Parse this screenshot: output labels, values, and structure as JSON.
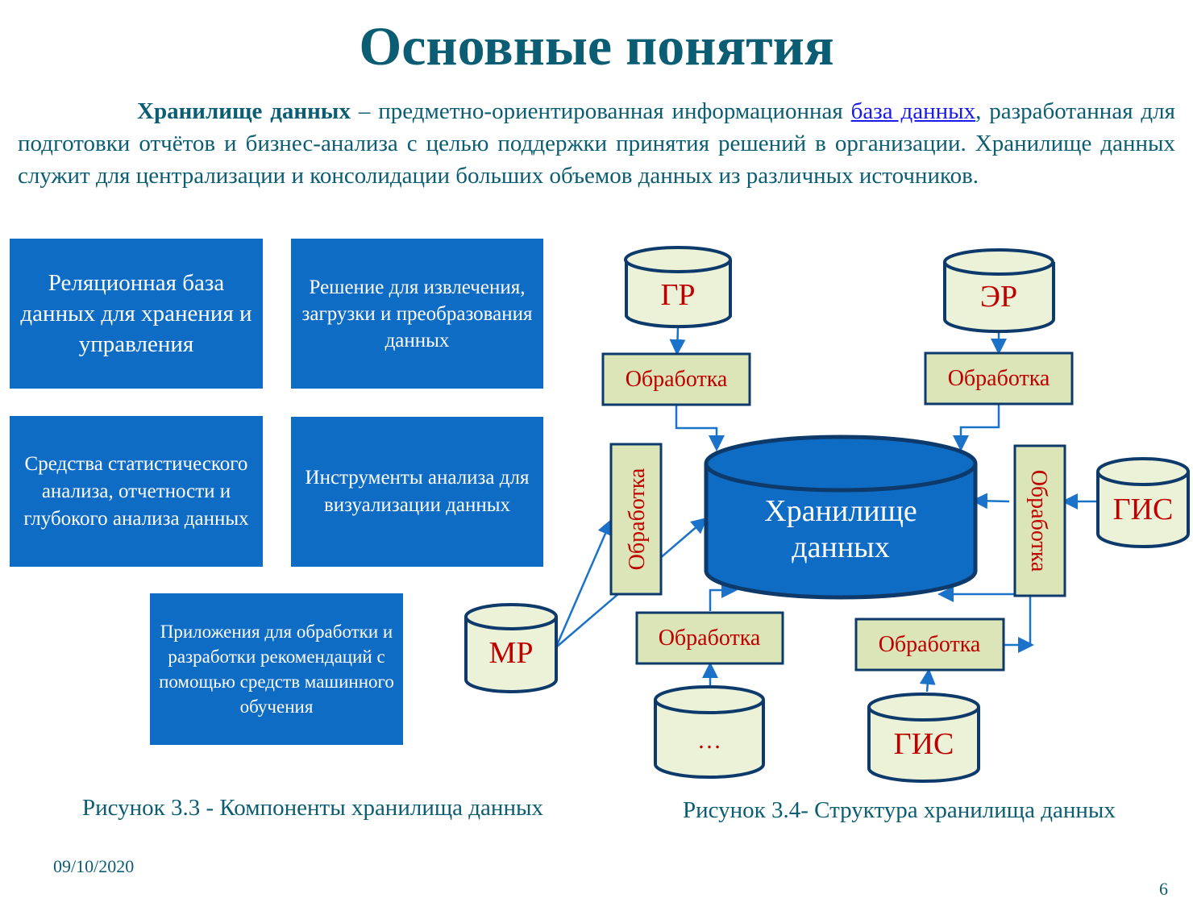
{
  "title": "Основные понятия",
  "intro": {
    "term": "Хранилище данных",
    "dash": " – предметно-ориентированная информационная ",
    "link": "база данных",
    "rest": ", разработанная для подготовки отчётов и бизнес-анализа с целью поддержки принятия решений в организации. Хранилище данных служит для централизации и консолидации больших объемов данных из различных источников."
  },
  "components": [
    "Реляционная база данных для хранения и управления",
    "Решение для извлечения, загрузки и преобразования данных",
    "Средства статистического анализа, отчетности и глубокого анализа данных",
    "Инструменты анализа для визуализации данных",
    "Приложения для обработки и разработки рекомендаций с помощью средств машинного обучения"
  ],
  "diagram": {
    "warehouse_line1": "Хранилище",
    "warehouse_line2": "данных",
    "sources": {
      "gr": "ГР",
      "er": "ЭР",
      "gis_right": "ГИС",
      "mr": "МР",
      "other": "…",
      "gis_bottom": "ГИС"
    },
    "process": "Обработка"
  },
  "captions": {
    "fig33": "Рисунок 3.3 - Компоненты хранилища данных",
    "fig34": "Рисунок 3.4- Структура хранилища данных"
  },
  "footer": {
    "date": "09/10/2020",
    "page": "6"
  },
  "colors": {
    "title": "#0b5d73",
    "box": "#0f6cc4",
    "source_text": "#c00000",
    "cylinder": "#ebf2d8",
    "process": "#dbe5b8"
  }
}
